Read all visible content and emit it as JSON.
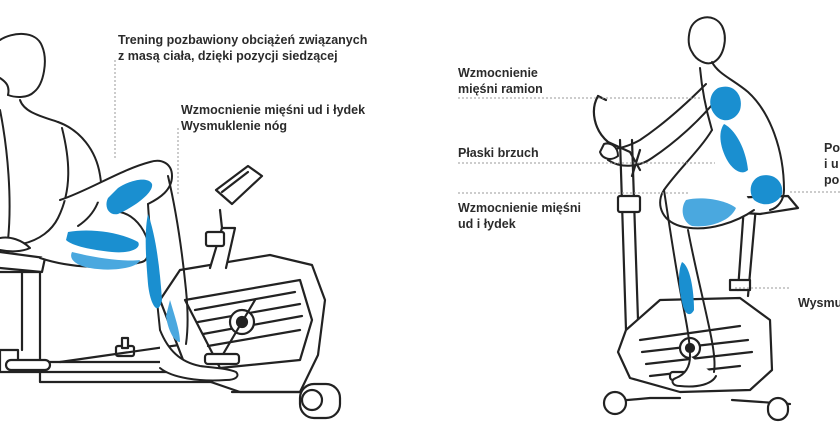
{
  "colors": {
    "ink": "#222222",
    "muscle": "#1a8fd0",
    "muscle_light": "#7fc4ec",
    "leader": "#9a9a9a",
    "text": "#2b2b2b",
    "background": "#ffffff"
  },
  "left_panel": {
    "labels": [
      {
        "id": "no-body-weight-load",
        "lines": [
          "Trening pozbawiony obciążeń związanych",
          "z masą ciała, dzięki pozycji siedzącej"
        ]
      },
      {
        "id": "thighs-calves",
        "lines": [
          "Wzmocnienie mięśni ud i łydek",
          "Wysmuklenie nóg"
        ]
      }
    ]
  },
  "right_panel": {
    "labels": [
      {
        "id": "arms",
        "lines": [
          "Wzmocnienie",
          "mięśni ramion"
        ]
      },
      {
        "id": "abdomen",
        "lines": [
          "Płaski brzuch"
        ]
      },
      {
        "id": "thighs-calves",
        "lines": [
          "Wzmocnienie mięśni",
          "ud i łydek"
        ]
      },
      {
        "id": "cut-right",
        "lines": [
          "Po",
          "i u",
          "po"
        ]
      },
      {
        "id": "cut-bottom-right",
        "lines": [
          "Wysmu"
        ]
      }
    ]
  },
  "icons": [
    "recumbent-bike-icon",
    "seated-person-icon",
    "upright-bike-icon",
    "cyclist-person-icon"
  ]
}
